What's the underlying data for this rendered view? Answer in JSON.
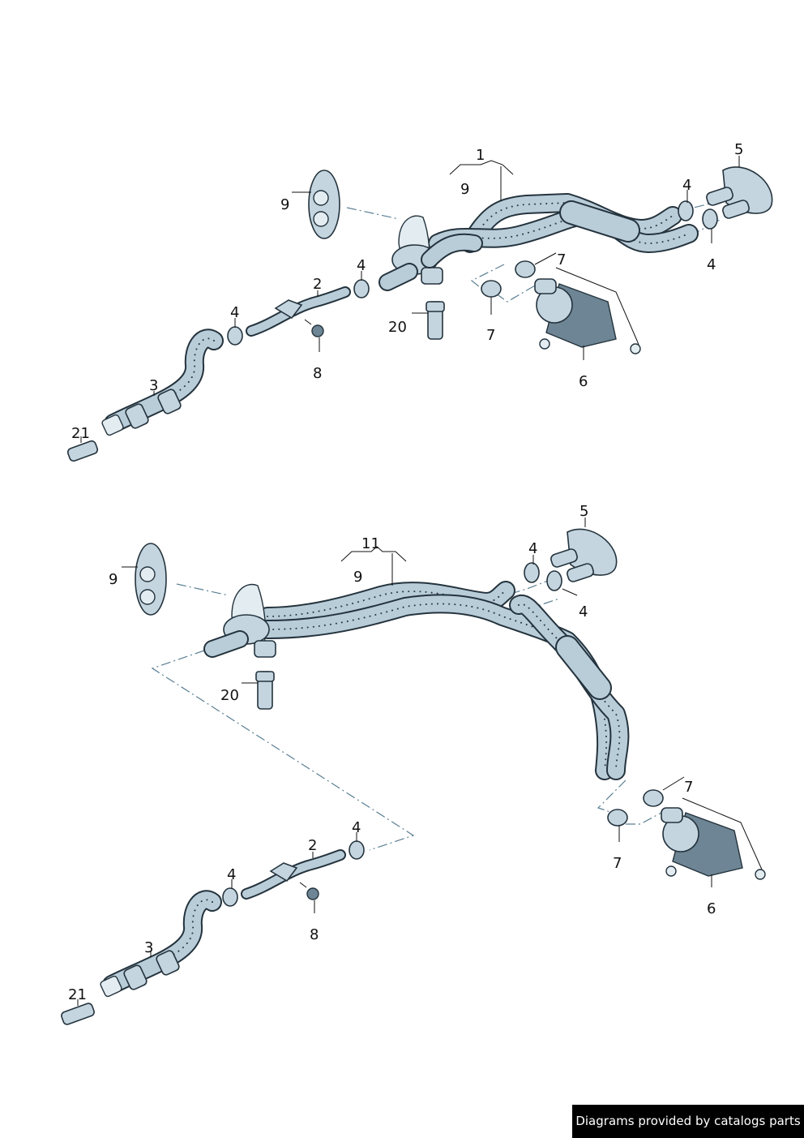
{
  "diagram": {
    "groups": [
      {
        "id": "upper",
        "callouts": [
          {
            "id": "u1",
            "label": "1"
          },
          {
            "id": "u9a",
            "label": "9"
          },
          {
            "id": "u9b",
            "label": "9"
          },
          {
            "id": "u5",
            "label": "5"
          },
          {
            "id": "u4a",
            "label": "4"
          },
          {
            "id": "u4b",
            "label": "4"
          },
          {
            "id": "u4c",
            "label": "4"
          },
          {
            "id": "u4d",
            "label": "4"
          },
          {
            "id": "u7a",
            "label": "7"
          },
          {
            "id": "u7b",
            "label": "7"
          },
          {
            "id": "u2",
            "label": "2"
          },
          {
            "id": "u20",
            "label": "20"
          },
          {
            "id": "u8",
            "label": "8"
          },
          {
            "id": "u6",
            "label": "6"
          },
          {
            "id": "u3",
            "label": "3"
          },
          {
            "id": "u21",
            "label": "21"
          }
        ]
      },
      {
        "id": "lower",
        "callouts": [
          {
            "id": "l11",
            "label": "11"
          },
          {
            "id": "l9a",
            "label": "9"
          },
          {
            "id": "l9b",
            "label": "9"
          },
          {
            "id": "l5",
            "label": "5"
          },
          {
            "id": "l4a",
            "label": "4"
          },
          {
            "id": "l4b",
            "label": "4"
          },
          {
            "id": "l4c",
            "label": "4"
          },
          {
            "id": "l4d",
            "label": "4"
          },
          {
            "id": "l7a",
            "label": "7"
          },
          {
            "id": "l7b",
            "label": "7"
          },
          {
            "id": "l2",
            "label": "2"
          },
          {
            "id": "l20",
            "label": "20"
          },
          {
            "id": "l8",
            "label": "8"
          },
          {
            "id": "l6",
            "label": "6"
          },
          {
            "id": "l3",
            "label": "3"
          },
          {
            "id": "l21",
            "label": "21"
          }
        ]
      }
    ]
  },
  "credit": {
    "text": "Diagrams provided by catalogs parts"
  },
  "colors": {
    "hose": "#b9cdd9",
    "outline": "#24333d",
    "leader_dash": "#5b7f93",
    "credit_bg": "#000000",
    "credit_fg": "#ffffff"
  }
}
